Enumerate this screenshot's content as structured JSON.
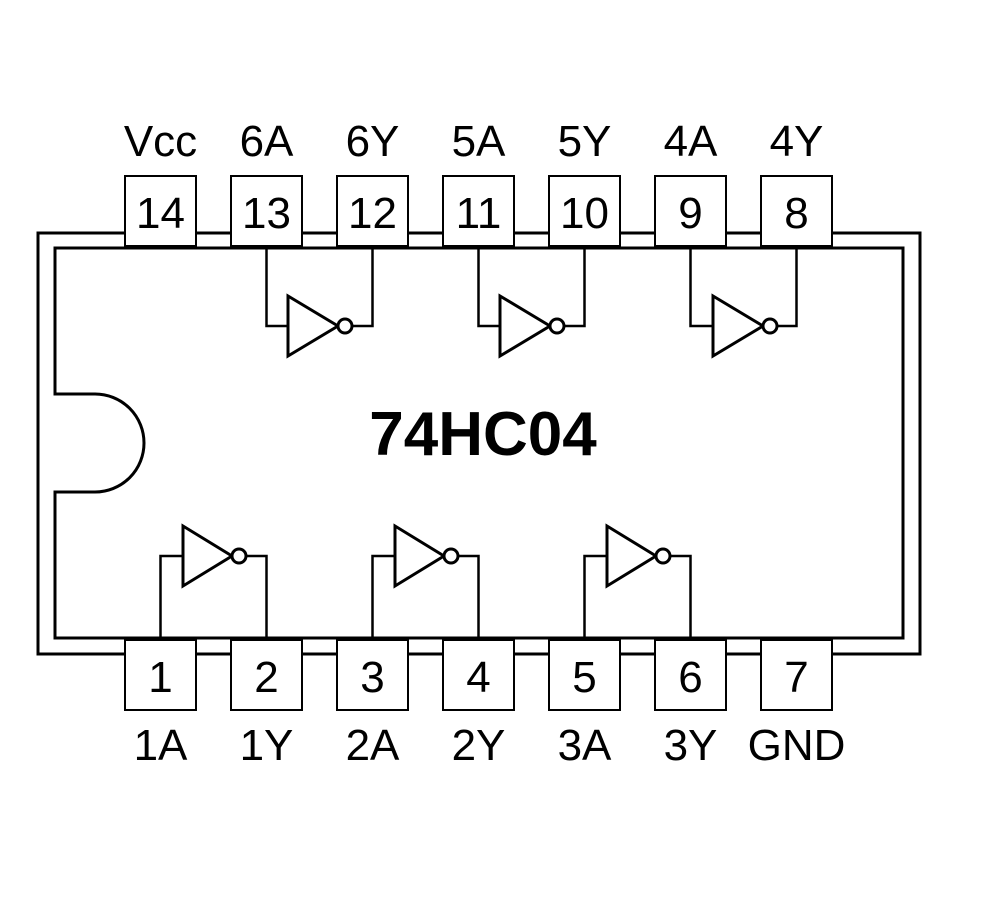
{
  "chip": {
    "part_number": "74HC04"
  },
  "pins": {
    "top": [
      {
        "number": "14",
        "label": "Vcc"
      },
      {
        "number": "13",
        "label": "6A"
      },
      {
        "number": "12",
        "label": "6Y"
      },
      {
        "number": "11",
        "label": "5A"
      },
      {
        "number": "10",
        "label": "5Y"
      },
      {
        "number": "9",
        "label": "4A"
      },
      {
        "number": "8",
        "label": "4Y"
      }
    ],
    "bottom": [
      {
        "number": "1",
        "label": "1A"
      },
      {
        "number": "2",
        "label": "1Y"
      },
      {
        "number": "3",
        "label": "2A"
      },
      {
        "number": "4",
        "label": "2Y"
      },
      {
        "number": "5",
        "label": "3A"
      },
      {
        "number": "6",
        "label": "3Y"
      },
      {
        "number": "7",
        "label": "GND"
      }
    ]
  },
  "gates": {
    "top": [
      {
        "name": "inverter-6",
        "input": "6A",
        "output": "6Y"
      },
      {
        "name": "inverter-5",
        "input": "5A",
        "output": "5Y"
      },
      {
        "name": "inverter-4",
        "input": "4A",
        "output": "4Y"
      }
    ],
    "bottom": [
      {
        "name": "inverter-1",
        "input": "1A",
        "output": "1Y"
      },
      {
        "name": "inverter-2",
        "input": "2A",
        "output": "2Y"
      },
      {
        "name": "inverter-3",
        "input": "3A",
        "output": "3Y"
      }
    ]
  },
  "colors": {
    "stroke": "#000000",
    "fill": "#ffffff"
  }
}
